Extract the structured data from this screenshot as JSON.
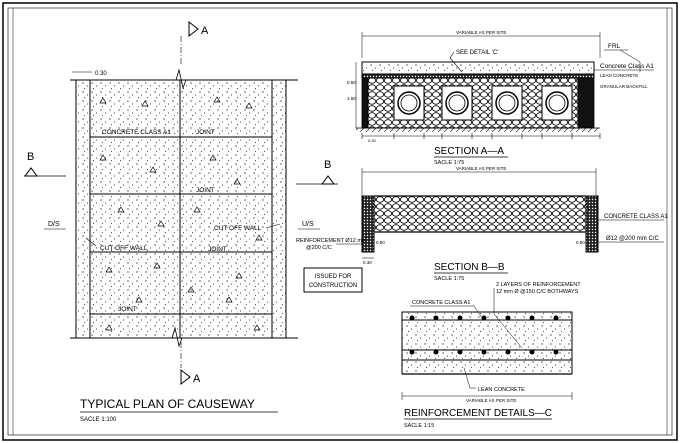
{
  "plan": {
    "title": "TYPICAL PLAN OF CAUSEWAY",
    "scale": "SACLE 1:100",
    "dim_top": "0.30",
    "concrete_label": "CONCRETE CLASS A1",
    "joint_label": "JOINT",
    "cut_off_wall": "CUT OFF WALL",
    "ds_label": "D/S",
    "us_label": "U/S",
    "section_a": "A",
    "section_b": "B"
  },
  "section_aa": {
    "title": "SECTION A—A",
    "scale": "SACLE 1:75",
    "variable": "VARIABLE AS PER SITE",
    "see_detail": "SEE DETAIL 'C'",
    "frl": "FRL",
    "concrete": "Concrete Class A1",
    "lean": "LEAN CONCRETE",
    "backfill": "GRANULAR BACKFILL",
    "dim_left_1": "0.50",
    "dim_left_2": "1.50",
    "bottom_dim": "0.30"
  },
  "section_bb": {
    "title": "SECTION B—B",
    "scale": "SACLE 1:75",
    "variable": "VARIABLE AS PER SITE",
    "concrete": "CONCRETE CLASS A1",
    "reinf_left_1": "REINFORCEMENT Ø12 mm",
    "reinf_left_2": "@200 C/C",
    "reinf_right": "Ø12 @200 mm C/C",
    "dim": "0.50",
    "dim_bottom": "0.30"
  },
  "issued": {
    "line1": "ISSUED FOR",
    "line2": "CONSTRUCTION"
  },
  "detail_c": {
    "title": "REINFORCEMENT DETAILS—C",
    "scale": "SACLE 1:15",
    "concrete": "CONCRETE CLASS A1",
    "layers_1": "2 LAYERS OF REINFORCEMENT",
    "layers_2": "12 mm Ø @150 C/C BOTHWAYS",
    "lean": "LEAN CONCRETE",
    "variable": "VARIABLE AS PER SITE"
  }
}
